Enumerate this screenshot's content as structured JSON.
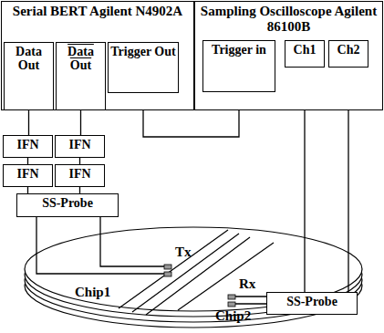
{
  "diagram": {
    "nodes": [
      {
        "text": [
          "Serial BERT Agilent N4902A"
        ]
      },
      {
        "text": [
          "Data Out"
        ],
        "in": 0
      },
      {
        "text": [
          "Data Out"
        ],
        "in": 0
      },
      {
        "text": [
          "Trigger Out"
        ],
        "in": 0
      },
      {
        "text": [
          "Sampling Oscilloscope Agilent 86100B"
        ]
      },
      {
        "text": [
          "Trigger in"
        ],
        "in": 4
      },
      {
        "text": [
          "Ch1"
        ],
        "in": 4
      },
      {
        "text": [
          "Ch2"
        ],
        "in": 4
      },
      {
        "text": [
          "IFN"
        ]
      },
      {
        "text": [
          "IFN"
        ]
      },
      {
        "text": [
          "IFN"
        ]
      },
      {
        "text": [
          "IFN"
        ]
      },
      {
        "text": [
          "SS-Probe"
        ]
      },
      {
        "text": [
          "SS-Probe"
        ]
      }
    ],
    "edges": [
      {
        "from": 1,
        "to": 8,
        "arrow": "none"
      },
      {
        "from": 2,
        "to": 9,
        "arrow": "none"
      },
      {
        "from": 8,
        "to": 10,
        "arrow": "none"
      },
      {
        "from": 9,
        "to": 11,
        "arrow": "none"
      },
      {
        "from": 10,
        "to": 12,
        "arrow": "none"
      },
      {
        "from": 11,
        "to": 12,
        "arrow": "none"
      },
      {
        "from": 3,
        "to": 5,
        "arrow": "none"
      },
      {
        "from": 6,
        "to": 13,
        "arrow": "none"
      },
      {
        "from": 7,
        "to": 13,
        "arrow": "none"
      }
    ],
    "labels": [
      "Tx",
      "Rx",
      "Chip1",
      "Chip2"
    ]
  }
}
